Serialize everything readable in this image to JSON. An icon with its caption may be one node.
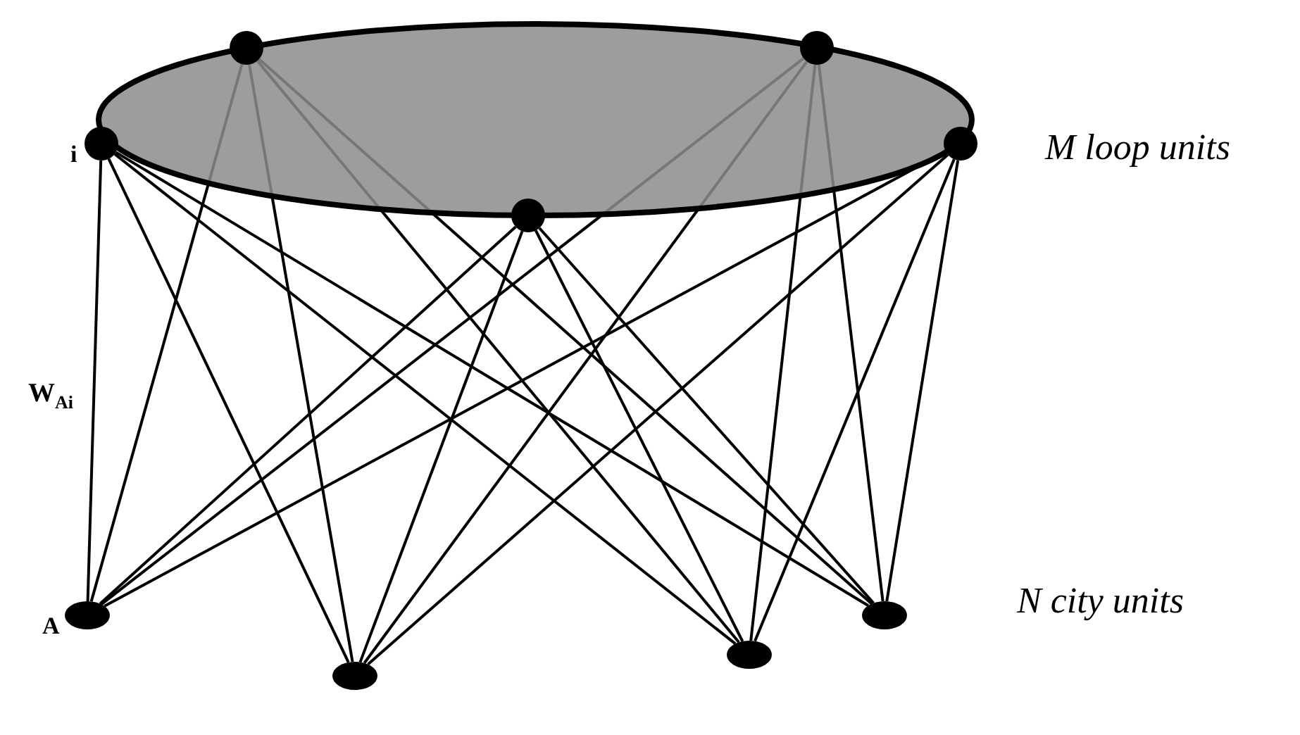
{
  "diagram": {
    "nodes": [
      {
        "text": [],
        "shape": "circle"
      },
      {
        "text": [],
        "shape": "circle"
      },
      {
        "text": [],
        "shape": "circle",
        "beside": [
          "i"
        ]
      },
      {
        "text": [],
        "shape": "circle"
      },
      {
        "text": [],
        "shape": "circle"
      },
      {
        "text": [],
        "shape": "circle",
        "beside": [
          "A"
        ]
      },
      {
        "text": [],
        "shape": "circle"
      },
      {
        "text": [],
        "shape": "circle"
      },
      {
        "text": [],
        "shape": "circle"
      }
    ],
    "edges": [
      {
        "from": 0,
        "to": 5,
        "arrow": "none"
      },
      {
        "from": 0,
        "to": 6,
        "arrow": "none"
      },
      {
        "from": 0,
        "to": 7,
        "arrow": "none"
      },
      {
        "from": 0,
        "to": 8,
        "arrow": "none"
      },
      {
        "from": 1,
        "to": 5,
        "arrow": "none"
      },
      {
        "from": 1,
        "to": 6,
        "arrow": "none"
      },
      {
        "from": 1,
        "to": 7,
        "arrow": "none"
      },
      {
        "from": 1,
        "to": 8,
        "arrow": "none"
      },
      {
        "from": 2,
        "to": 5,
        "arrow": "none",
        "label": "W$_{Ai}$"
      },
      {
        "from": 2,
        "to": 6,
        "arrow": "none"
      },
      {
        "from": 2,
        "to": 7,
        "arrow": "none"
      },
      {
        "from": 2,
        "to": 8,
        "arrow": "none"
      },
      {
        "from": 3,
        "to": 5,
        "arrow": "none"
      },
      {
        "from": 3,
        "to": 6,
        "arrow": "none"
      },
      {
        "from": 3,
        "to": 7,
        "arrow": "none"
      },
      {
        "from": 3,
        "to": 8,
        "arrow": "none"
      },
      {
        "from": 4,
        "to": 5,
        "arrow": "none"
      },
      {
        "from": 4,
        "to": 6,
        "arrow": "none"
      },
      {
        "from": 4,
        "to": 7,
        "arrow": "none"
      },
      {
        "from": 4,
        "to": 8,
        "arrow": "none"
      }
    ],
    "labels": [
      "M loop units",
      "N city units"
    ]
  }
}
